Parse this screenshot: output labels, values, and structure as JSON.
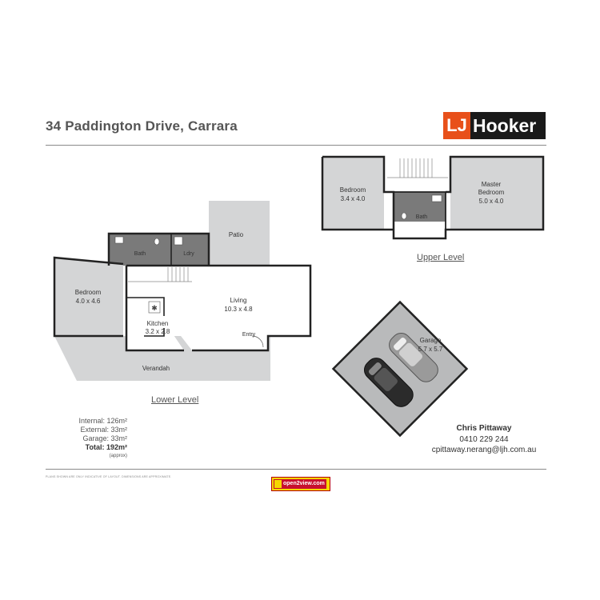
{
  "header": {
    "address": "34 Paddington Drive, Carrara",
    "logo_lj": "LJ",
    "logo_name": "Hooker"
  },
  "rooms": {
    "upper_bedroom": {
      "name": "Bedroom",
      "size": "3.4 x 4.0"
    },
    "upper_master": {
      "name": "Master",
      "name2": "Bedroom",
      "size": "5.0 x 4.0"
    },
    "upper_bath": {
      "name": "Bath"
    },
    "lower_bath": {
      "name": "Bath"
    },
    "lower_ldry": {
      "name": "Ldry"
    },
    "patio": {
      "name": "Patio"
    },
    "lower_bedroom": {
      "name": "Bedroom",
      "size": "4.0 x 4.6"
    },
    "living": {
      "name": "Living",
      "size": "10.3 x 4.8"
    },
    "kitchen": {
      "name": "Kitchen",
      "size": "3.2 x 2.8"
    },
    "entry": {
      "name": "Entry"
    },
    "verandah": {
      "name": "Verandah"
    },
    "garage": {
      "name": "Garage",
      "size": "5.7 x 5.7"
    }
  },
  "levels": {
    "upper": "Upper Level",
    "lower": "Lower Level"
  },
  "areas": {
    "internal": "Internal: 126m²",
    "external": "External: 33m²",
    "garage": "Garage: 33m²",
    "total": "Total: 192m²",
    "approx": "(approx)"
  },
  "agent": {
    "name": "Chris Pittaway",
    "phone": "0410 229 244",
    "email": "cpittaway.nerang@ljh.com.au"
  },
  "footer": {
    "disclaimer": "PLANS SHOWN ARE ONLY INDICATIVE OF LAYOUT. DIMENSIONS ARE APPROXIMATE.",
    "badge": "open2view.com"
  },
  "colors": {
    "room_fill": "#d4d5d6",
    "wet_fill": "#7a7a7a",
    "wall": "#222222",
    "logo_orange": "#e8501a"
  }
}
